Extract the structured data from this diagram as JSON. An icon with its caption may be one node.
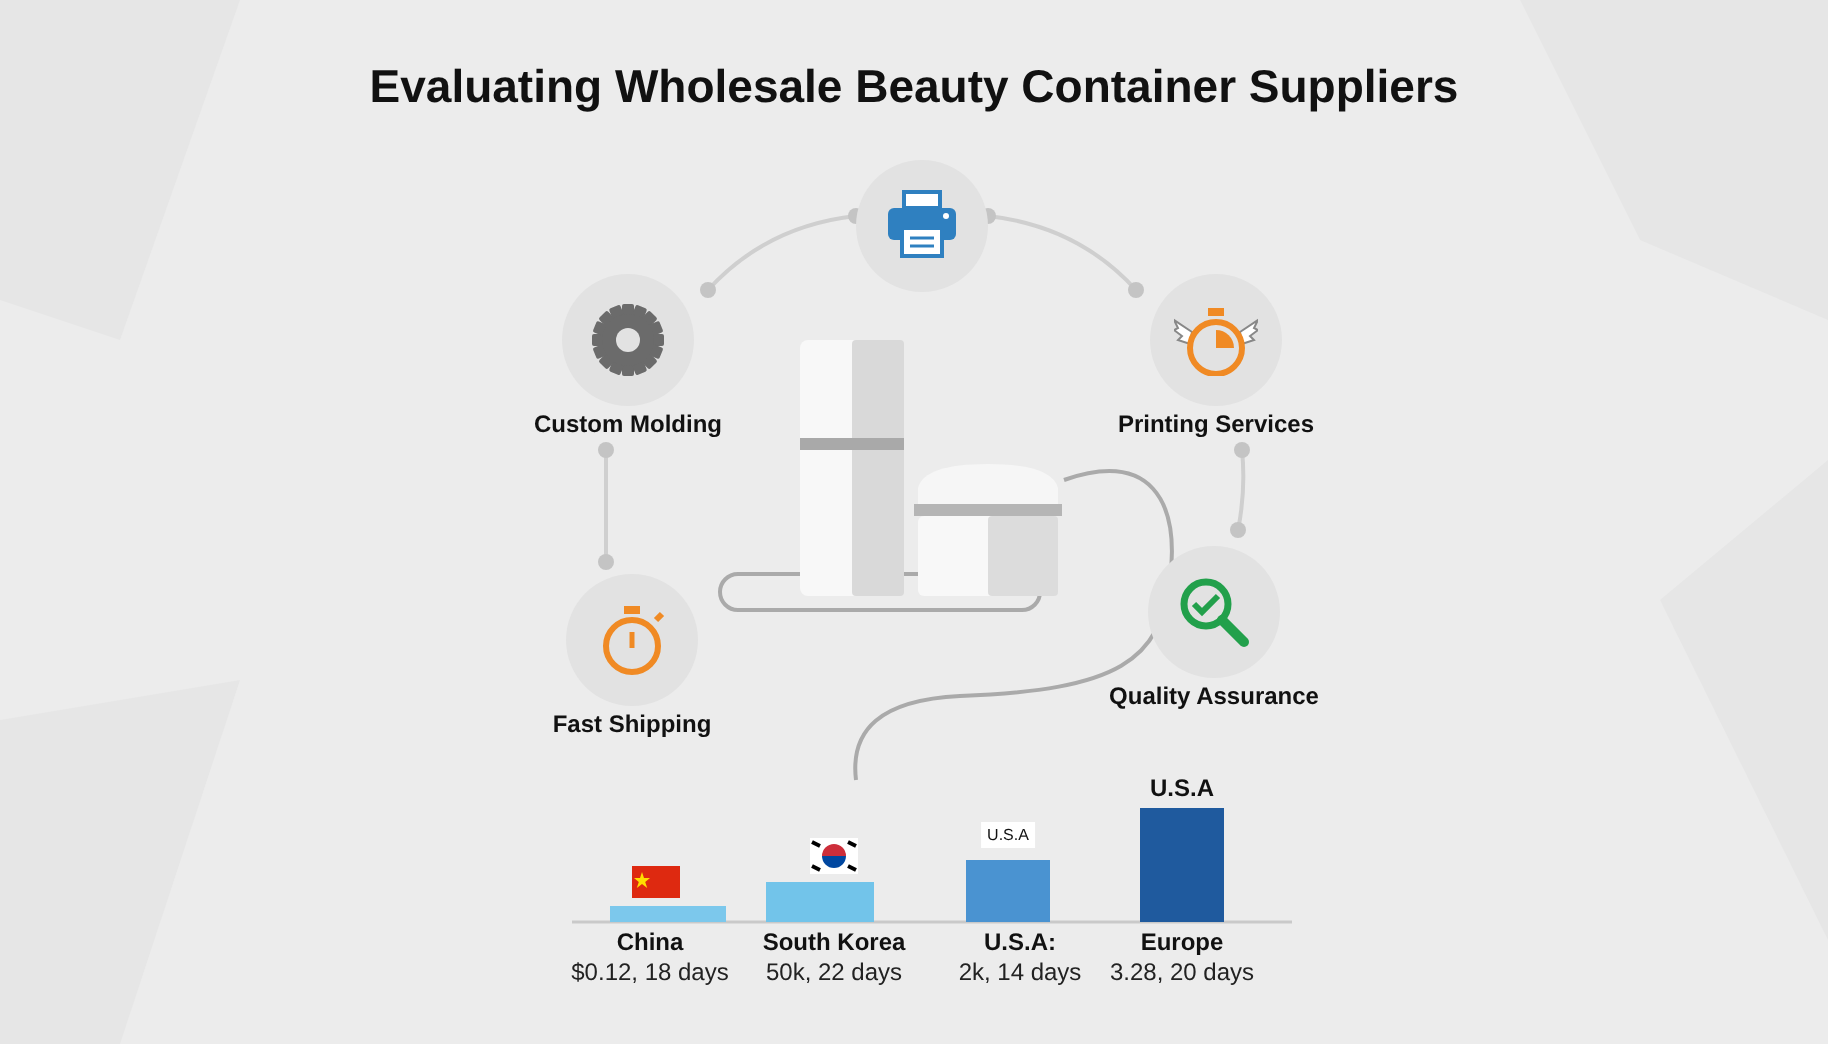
{
  "diagram": {
    "title": "Evaluating Wholesale Beauty Container Suppliers",
    "nodes": [
      {
        "text": [],
        "shape": "circle"
      },
      {
        "text": [
          "Custom Molding"
        ]
      },
      {
        "text": [
          "Printing Services"
        ]
      },
      {
        "text": [
          "Fast Shipping"
        ]
      },
      {
        "text": [
          "Quality Assurance"
        ]
      }
    ],
    "edges": [
      {
        "from": 0,
        "to": 1,
        "arrow": "other"
      },
      {
        "from": 0,
        "to": 2,
        "arrow": "other"
      },
      {
        "from": 1,
        "to": 3,
        "arrow": "other"
      },
      {
        "from": 2,
        "to": 4,
        "arrow": "other"
      }
    ],
    "labels": [
      "U.S.A",
      "U.S.A",
      "China",
      "$0.12, 18 days",
      "South Korea",
      "50k, 22 days",
      "U.S.A:",
      "2k, 14 days",
      "Europe",
      "3.28, 20 days"
    ]
  }
}
